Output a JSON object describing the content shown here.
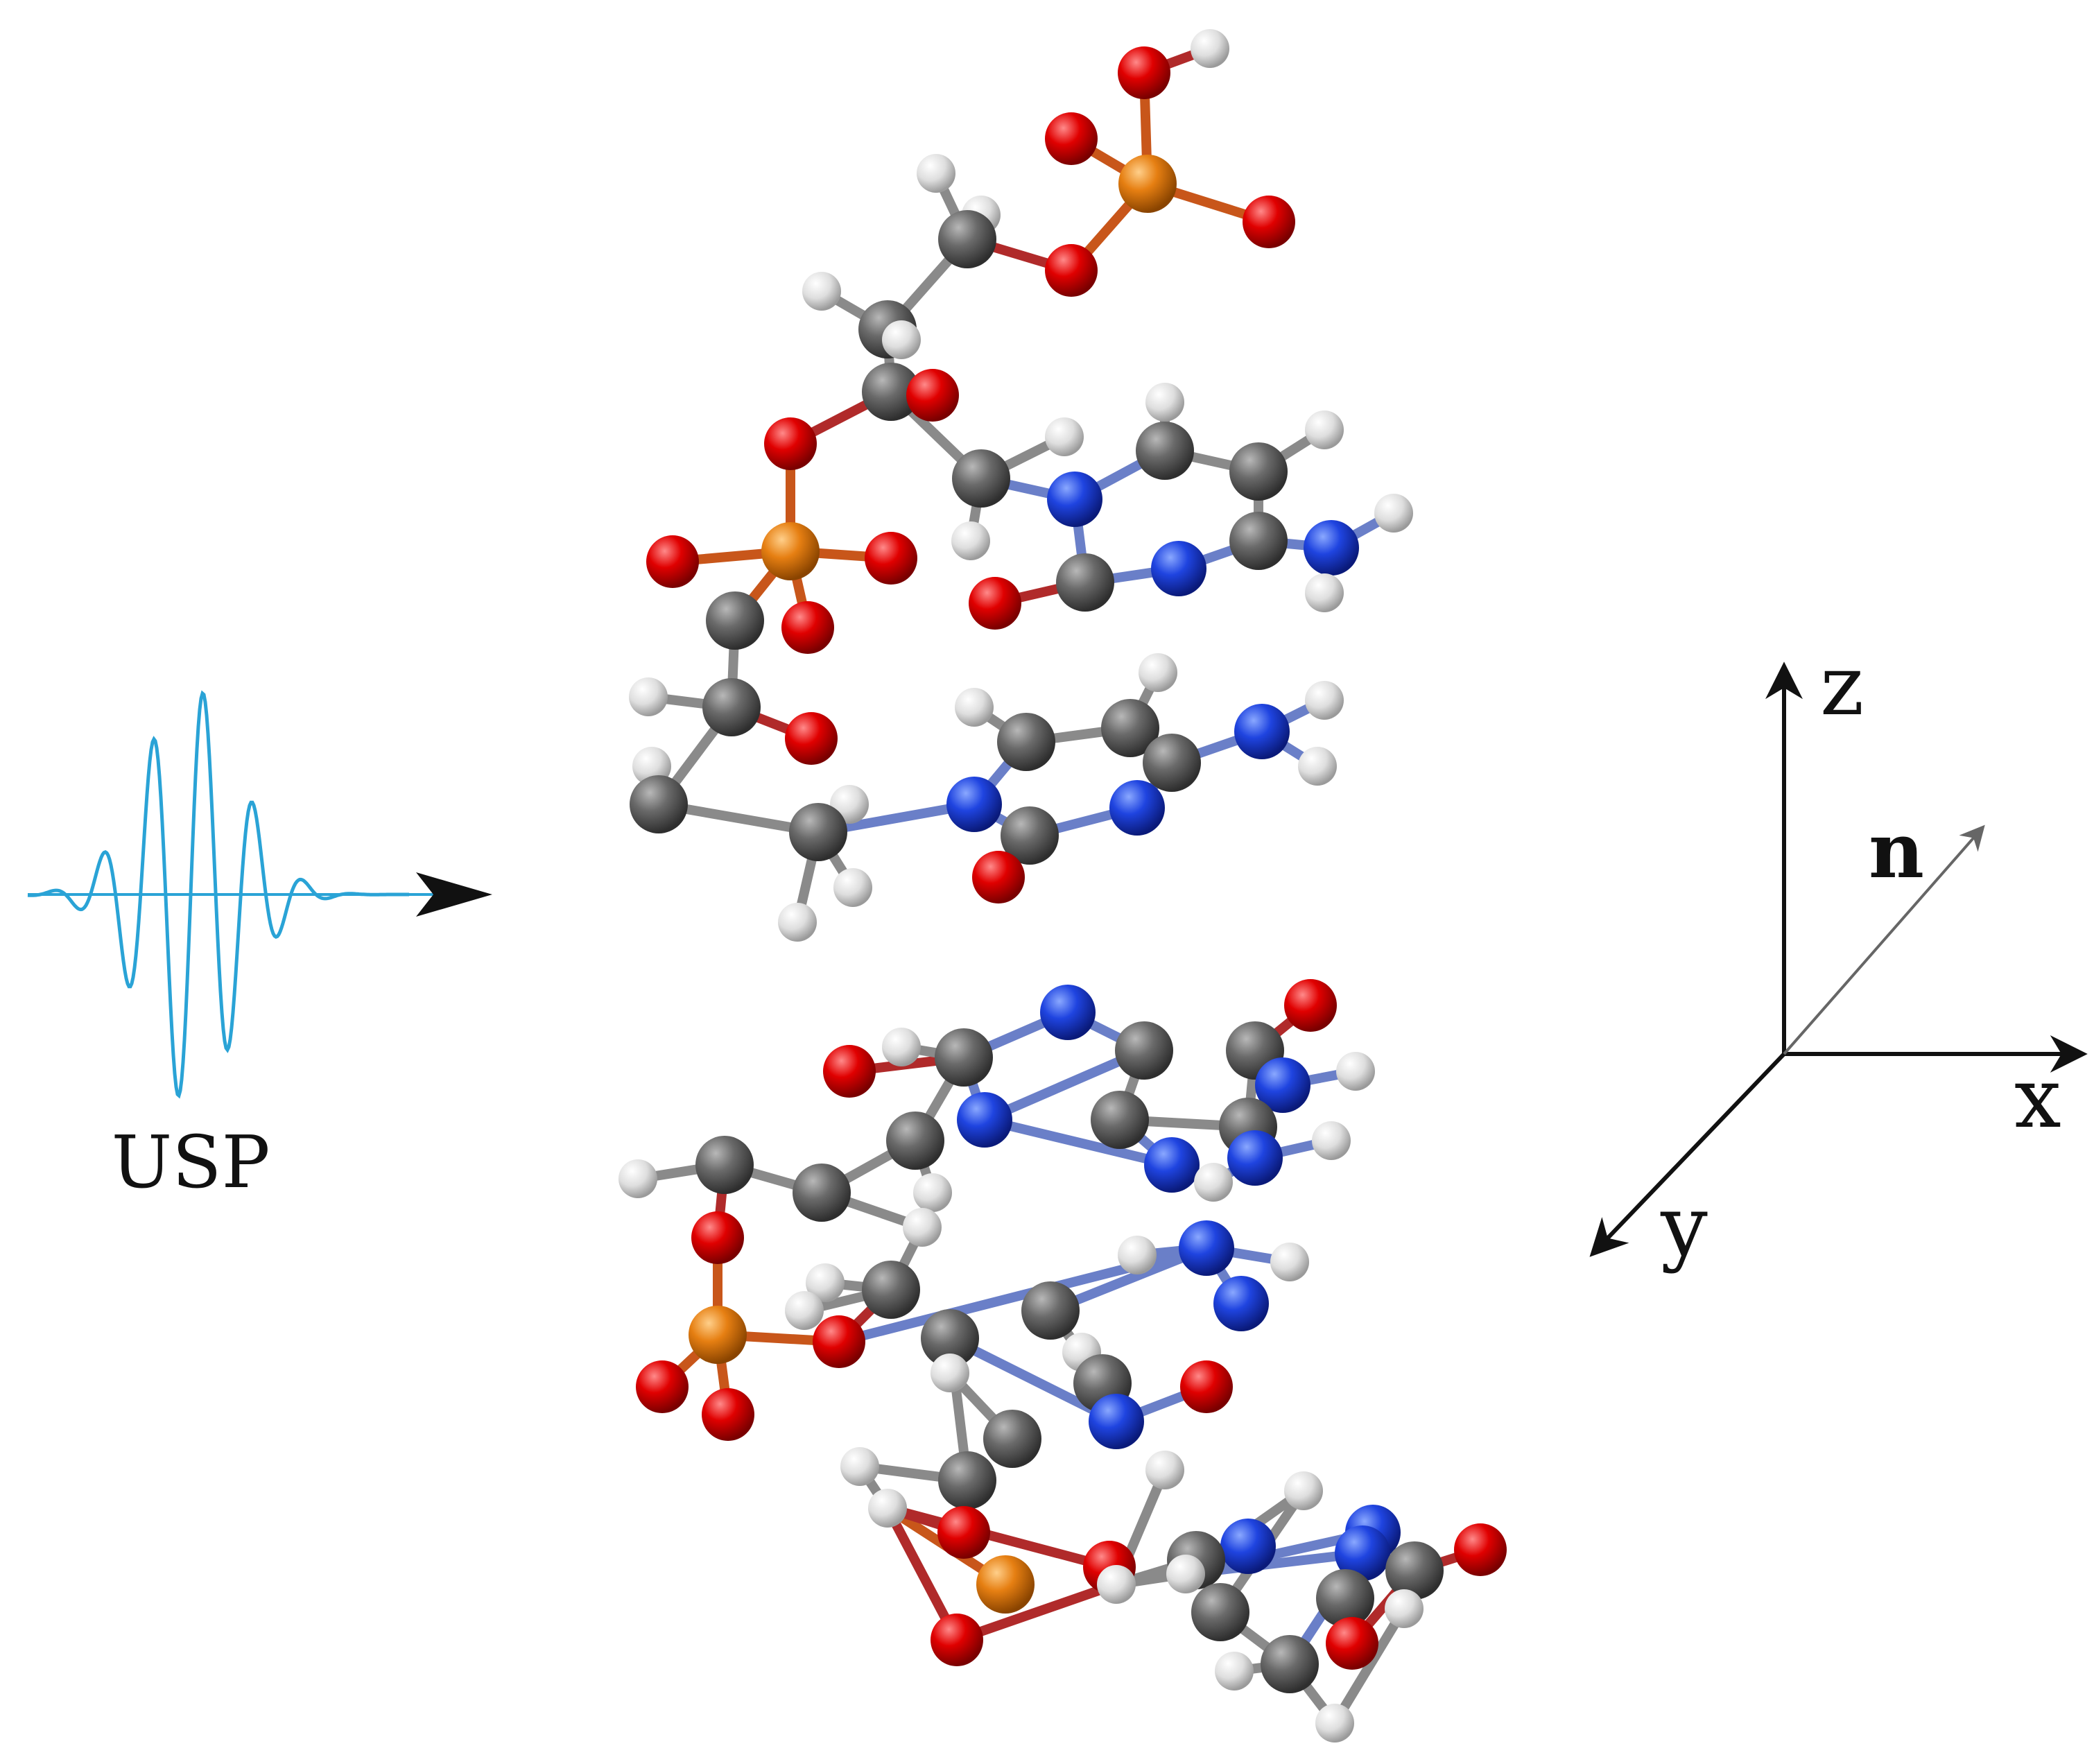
{
  "pulse": {
    "label": "USP",
    "color": "#2aa3d6"
  },
  "axes": {
    "z": "z",
    "x": "x",
    "y": "y",
    "n": "n"
  },
  "colors": {
    "carbon": "#5a5a5a",
    "hydrogen": "#dcdcdc",
    "oxygen": "#d60000",
    "nitrogen": "#1a3fd6",
    "phosphorus": "#e07a10",
    "bond": "#8a8a8a"
  }
}
